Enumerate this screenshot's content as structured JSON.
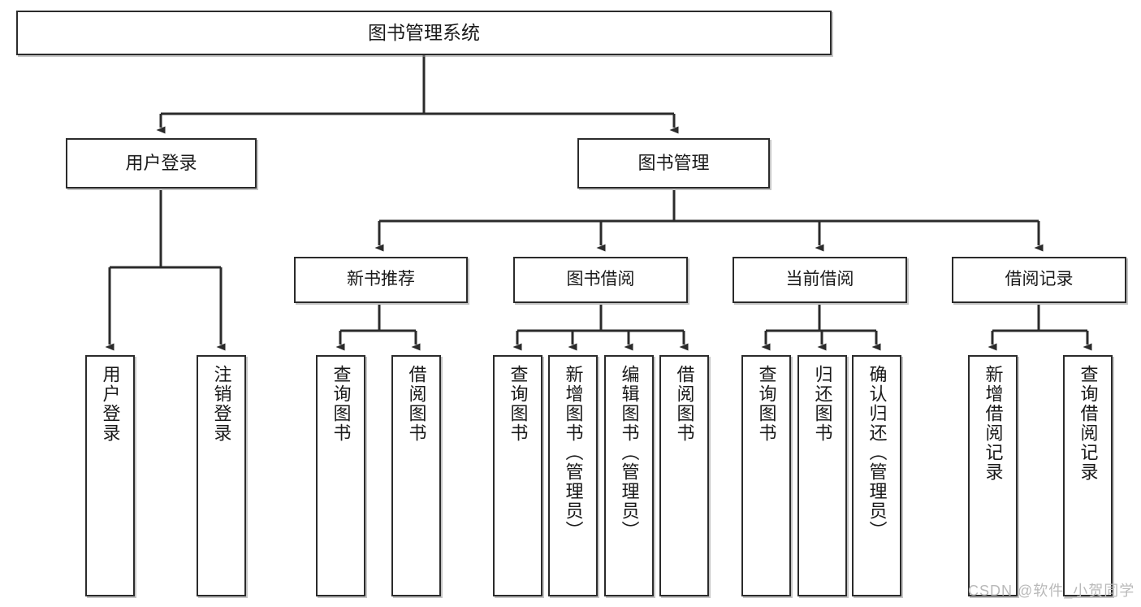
{
  "diagram": {
    "title": "图书管理系统",
    "type": "hierarchy-tree",
    "watermark": "CSDN @软件_小贺同学",
    "colors": {
      "stroke": "#2b2b2b",
      "fill": "#ffffff",
      "text": "#1a1a1a",
      "watermark": "#b9b9b9"
    },
    "nodes": {
      "root": {
        "label": "图书管理系统"
      },
      "level2": [
        {
          "label": "用户登录"
        },
        {
          "label": "图书管理"
        }
      ],
      "level3": [
        {
          "label": "新书推荐"
        },
        {
          "label": "图书借阅"
        },
        {
          "label": "当前借阅"
        },
        {
          "label": "借阅记录"
        }
      ],
      "leaves_user_login": [
        {
          "label": "用户登录"
        },
        {
          "label": "注销登录"
        }
      ],
      "leaves_new_book": [
        {
          "label": "查询图书"
        },
        {
          "label": "借阅图书"
        }
      ],
      "leaves_borrow": [
        {
          "label": "查询图书"
        },
        {
          "label": "新增图书（管理员）"
        },
        {
          "label": "编辑图书（管理员）"
        },
        {
          "label": "借阅图书"
        }
      ],
      "leaves_current": [
        {
          "label": "查询图书"
        },
        {
          "label": "归还图书"
        },
        {
          "label": "确认归还（管理员）"
        }
      ],
      "leaves_record": [
        {
          "label": "新增借阅记录"
        },
        {
          "label": "查询借阅记录"
        }
      ]
    }
  }
}
